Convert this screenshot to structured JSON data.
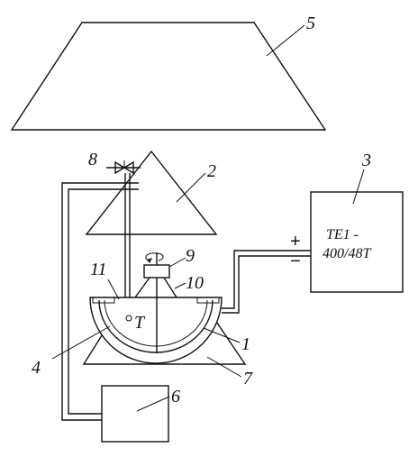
{
  "callouts": {
    "n1": "1",
    "n2": "2",
    "n3": "3",
    "n4": "4",
    "n5": "5",
    "n6": "6",
    "n7": "7",
    "n8": "8",
    "n9": "9",
    "n10": "10",
    "n11": "11"
  },
  "power_supply": {
    "model_line1": "TE1 -",
    "model_line2": "400/48T",
    "plus_sign": "+",
    "minus_sign": "−"
  },
  "thermocouple_label": "T",
  "colors": {
    "line": "#111111",
    "background": "#ffffff"
  }
}
